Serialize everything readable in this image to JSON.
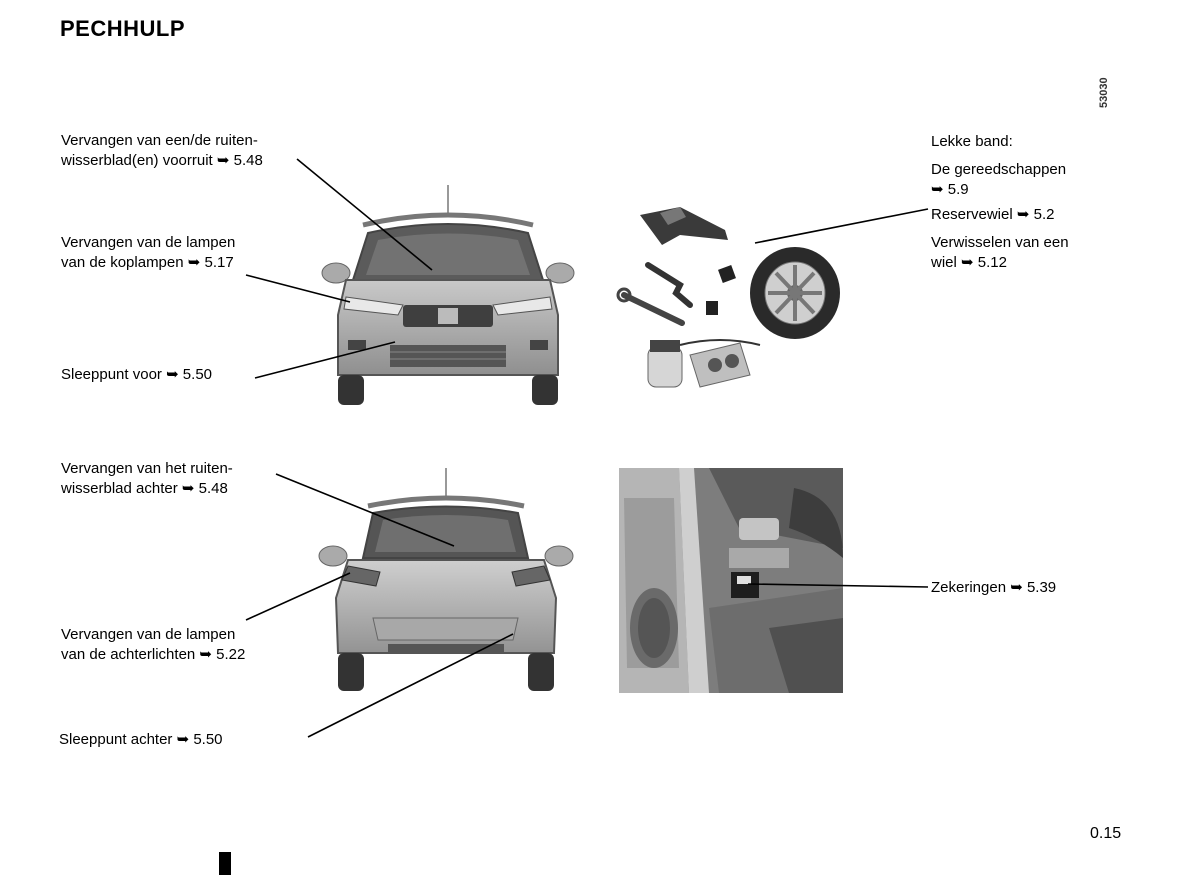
{
  "header": {
    "title": "PECHHULP",
    "image_code": "53030"
  },
  "labels": {
    "wiper_front_1": "Vervangen van een/de ruiten-",
    "wiper_front_2": "wisserblad(en) voorruit ➥ 5.48",
    "headlamps_1": "Vervangen van de lampen",
    "headlamps_2": "van de koplampen ➥ 5.17",
    "tow_front": "Sleeppunt voor ➥ 5.50",
    "wiper_rear_1": "Vervangen van het ruiten-",
    "wiper_rear_2": "wisserblad achter ➥ 5.48",
    "taillamps_1": "Vervangen van de lampen",
    "taillamps_2": "van de achterlichten ➥ 5.22",
    "tow_rear": "Sleeppunt achter ➥ 5.50",
    "flat_tyre": "Lekke band:",
    "tools_1": "De gereedschappen",
    "tools_2": "➥ 5.9",
    "spare_wheel": "Reservewiel ➥ 5.2",
    "change_wheel_1": "Verwisselen van een",
    "change_wheel_2": "wiel ➥ 5.12",
    "fuses": "Zekeringen ➥ 5.39"
  },
  "footer": {
    "page_number": "0.15"
  }
}
